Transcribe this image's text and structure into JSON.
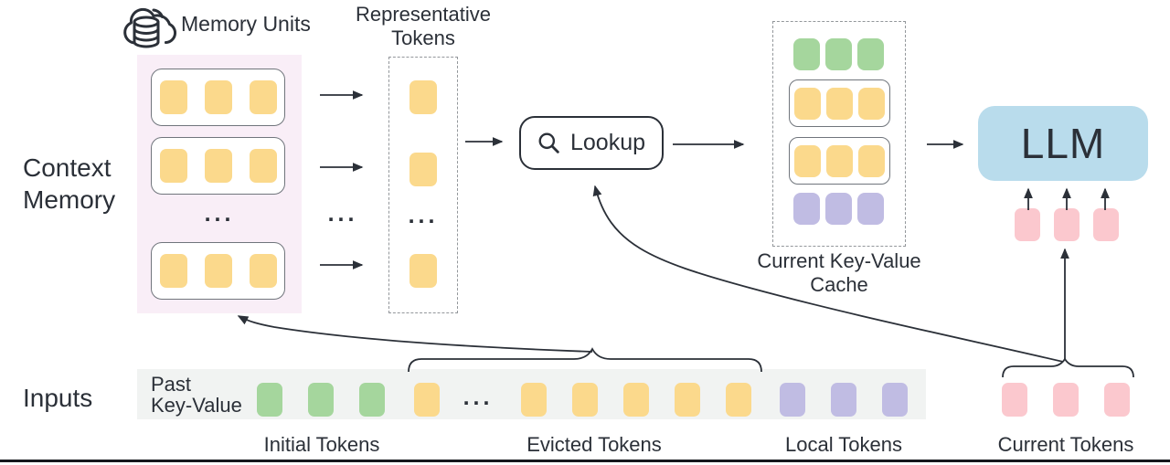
{
  "palette": {
    "ink": "#2B3038",
    "yellow": "#FBD98C",
    "green": "#A5D69D",
    "purple": "#C0BCE3",
    "pink": "#FBC8CE",
    "blue": "#B9DCEC",
    "memory_bg": "#F9EEF7",
    "inputs_bg": "#F1F3F2",
    "box_border": "#70757C",
    "dash_border": "#93979B"
  },
  "context_memory": {
    "label_line1": "Context",
    "label_line2": "Memory",
    "memory_units_label": "Memory Units",
    "cloud_icon": "cloud-database-icon",
    "ellipsis": "..."
  },
  "representative": {
    "label_line1": "Representative",
    "label_line2": "Tokens",
    "ellipsis": "..."
  },
  "lookup": {
    "label": "Lookup",
    "icon": "magnifier-icon"
  },
  "cache": {
    "label_line1": "Current Key-Value",
    "label_line2": "Cache"
  },
  "llm": {
    "label": "LLM"
  },
  "inputs": {
    "label": "Inputs",
    "past_kv_line1": "Past",
    "past_kv_line2": "Key-Value",
    "ellipsis": "...",
    "captions": {
      "initial": "Initial Tokens",
      "evicted": "Evicted Tokens",
      "local": "Local Tokens",
      "current": "Current Tokens"
    }
  },
  "token_groups": {
    "mem_unit": {
      "count": 3,
      "color": "yellow",
      "name": "memory-unit-token"
    },
    "repr_single": {
      "count": 1,
      "color": "yellow",
      "name": "representative-token"
    },
    "cache_green": {
      "count": 3,
      "color": "green",
      "name": "cache-initial-token"
    },
    "cache_yellow": {
      "count": 3,
      "color": "yellow",
      "name": "cache-retrieved-token"
    },
    "cache_purple": {
      "count": 3,
      "color": "purple",
      "name": "cache-local-token"
    },
    "llm_input": {
      "count": 3,
      "color": "pink",
      "name": "llm-input-token"
    },
    "bar_green": {
      "count": 3,
      "color": "green",
      "name": "initial-token"
    },
    "bar_yellow_head": {
      "count": 1,
      "color": "yellow",
      "name": "evicted-token"
    },
    "bar_yellow_tail": {
      "count": 5,
      "color": "yellow",
      "name": "evicted-token"
    },
    "bar_purple": {
      "count": 3,
      "color": "purple",
      "name": "local-token"
    },
    "bar_pink": {
      "count": 3,
      "color": "pink",
      "name": "current-token"
    }
  }
}
